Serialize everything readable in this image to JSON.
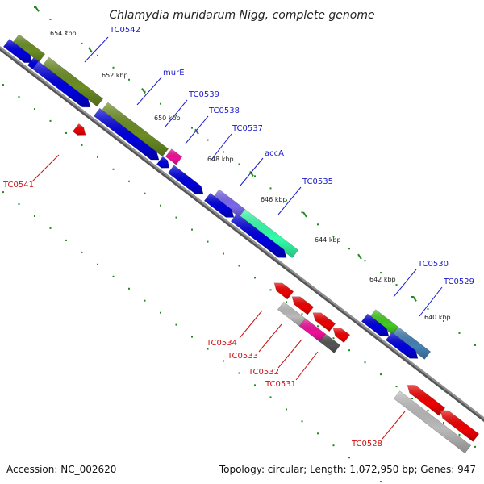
{
  "title": "Chlamydia muridarum Nigg, complete genome",
  "footer": {
    "accession": "Accession: NC_002620",
    "summary": "Topology: circular; Length: 1,072,950 bp; Genes: 947"
  },
  "ruler": [
    "654 kbp",
    "652 kbp",
    "650 kbp",
    "648 kbp",
    "646 kbp",
    "644 kbp",
    "642 kbp",
    "640 kbp"
  ],
  "gene_labels": {
    "forward": [
      "TC0542",
      "murE",
      "TC0539",
      "TC0538",
      "TC0537",
      "accA",
      "TC0535",
      "TC0530",
      "TC0529"
    ],
    "reverse": [
      "TC0541",
      "TC0534",
      "TC0533",
      "TC0532",
      "TC0531",
      "TC0528"
    ]
  },
  "colors": {
    "forward_label": "#1a1acc",
    "reverse_label": "#cc1111",
    "cds": "#0000dd",
    "reverse_cds": "#ee0000",
    "cog_green": "#6b8e23",
    "cog_magenta": "#ee1199",
    "cog_purple": "#7b68ee",
    "cog_aqua": "#33ffaa",
    "cog_lime": "#44cc22",
    "cog_steel": "#4682b4",
    "cog_gray": "#bbbbbb",
    "cog_dark": "#555555",
    "backbone": "#888888",
    "tick": "#228822"
  }
}
